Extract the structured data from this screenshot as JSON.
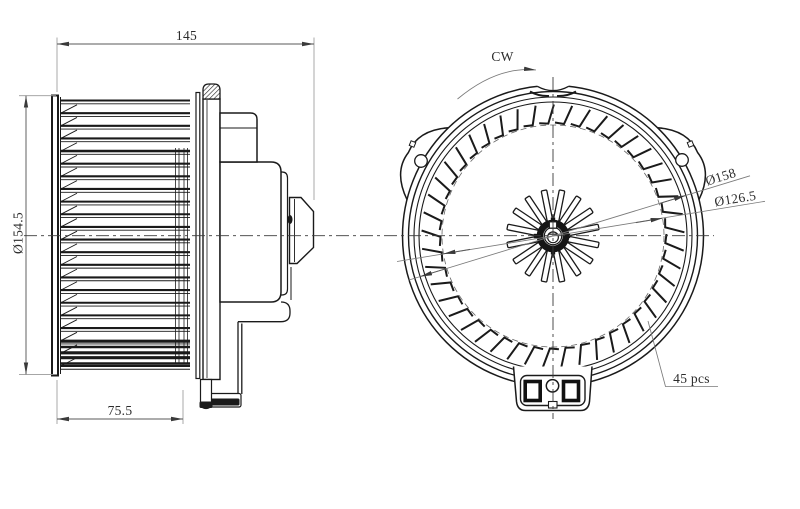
{
  "side_view": {
    "width_dim_label": "145",
    "diameter_dim_label": "Ø154.5",
    "depth_dim_label": "75.5"
  },
  "front_view": {
    "rotation_direction_label": "CW",
    "outer_diameter_label": "Ø158",
    "inner_diameter_label": "Ø126.5",
    "blade_count_label": "45 pcs"
  },
  "colors": {
    "outline": "#1a1a1a",
    "dimension_line": "#5a5a5a",
    "extension_line": "#9a9a9a",
    "background": "#ffffff"
  }
}
